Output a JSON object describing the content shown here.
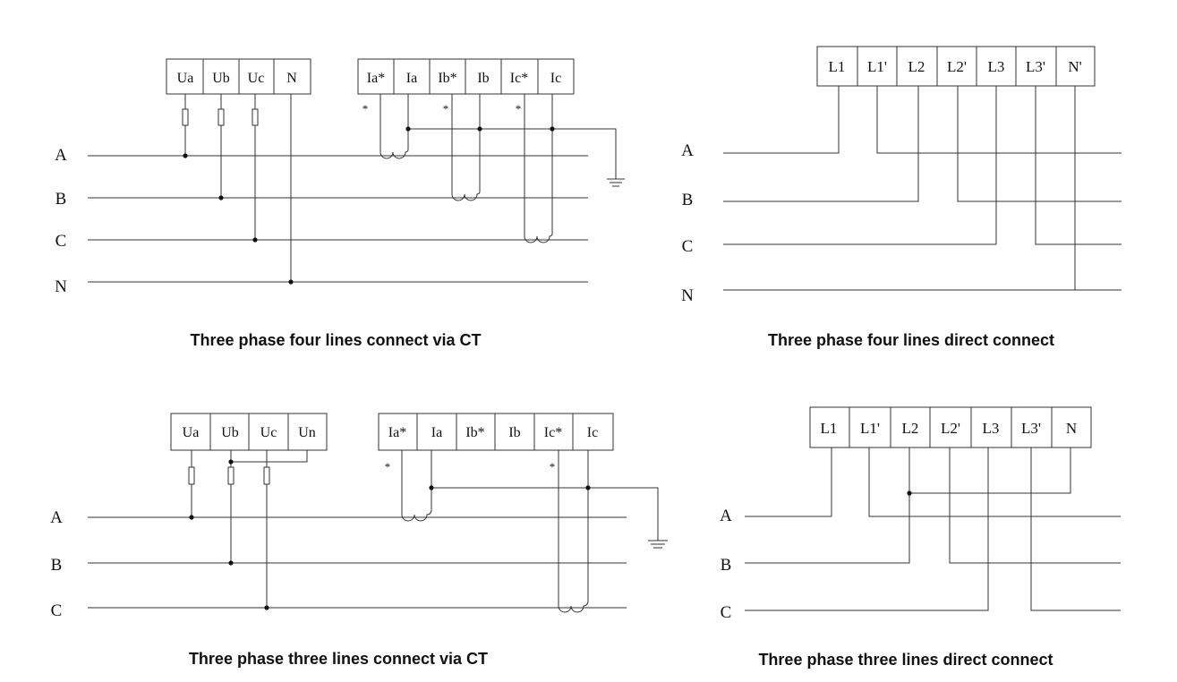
{
  "diagrams": {
    "four_ct": {
      "caption": "Three phase four lines connect via CT",
      "lines": [
        "A",
        "B",
        "C",
        "N"
      ],
      "voltage_terminals": [
        "Ua",
        "Ub",
        "Uc",
        "N"
      ],
      "current_terminals": [
        "Ia*",
        "Ia",
        "Ib*",
        "Ib",
        "Ic*",
        "Ic"
      ],
      "polarity_mark": "*"
    },
    "four_direct": {
      "caption": "Three phase four lines direct connect",
      "lines": [
        "A",
        "B",
        "C",
        "N"
      ],
      "terminals": [
        "L1",
        "L1'",
        "L2",
        "L2'",
        "L3",
        "L3'",
        "N'"
      ]
    },
    "three_ct": {
      "caption": "Three phase three lines connect via CT",
      "lines": [
        "A",
        "B",
        "C"
      ],
      "voltage_terminals": [
        "Ua",
        "Ub",
        "Uc",
        "Un"
      ],
      "current_terminals": [
        "Ia*",
        "Ia",
        "Ib*",
        "Ib",
        "Ic*",
        "Ic"
      ],
      "polarity_mark": "*"
    },
    "three_direct": {
      "caption": "Three phase three lines direct connect",
      "lines": [
        "A",
        "B",
        "C"
      ],
      "terminals": [
        "L1",
        "L1'",
        "L2",
        "L2'",
        "L3",
        "L3'",
        "N"
      ]
    }
  },
  "colors": {
    "stroke": "#333333",
    "text": "#111111",
    "background": "#ffffff"
  }
}
